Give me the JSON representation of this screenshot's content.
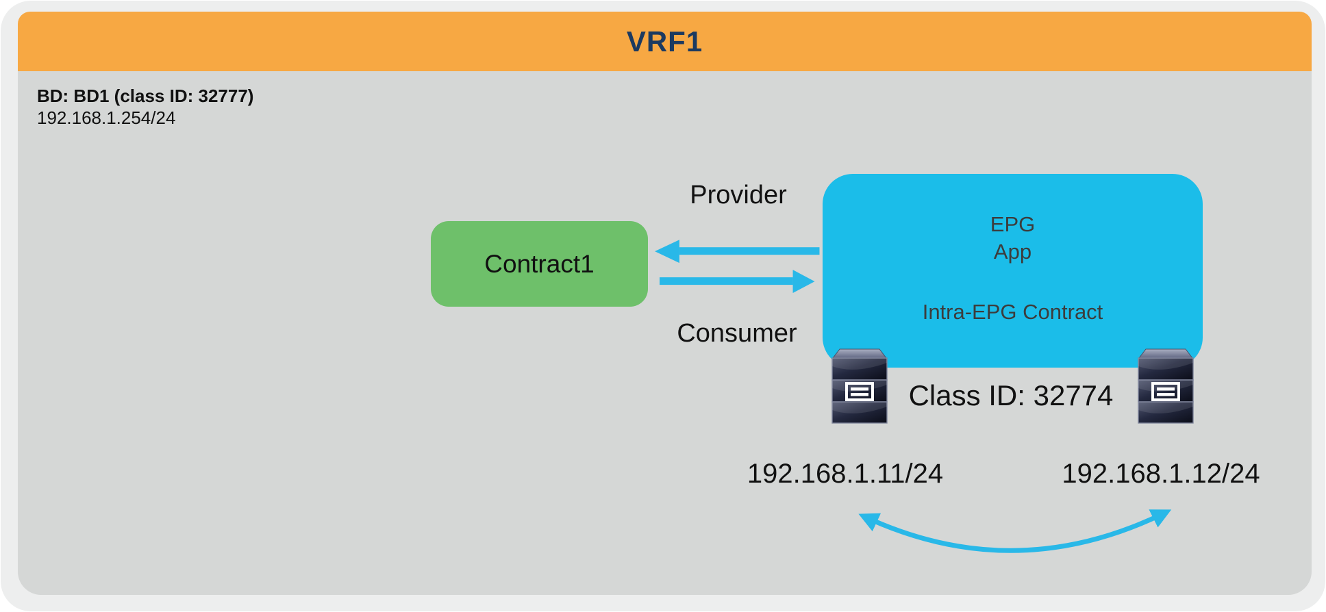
{
  "vrf": {
    "title": "VRF1"
  },
  "bd": {
    "label": "BD: BD1 (class ID: 32777)",
    "subnet": "192.168.1.254/24"
  },
  "contract": {
    "label": "Contract1"
  },
  "relations": {
    "provider_label": "Provider",
    "consumer_label": "Consumer"
  },
  "epg": {
    "name_line1": "EPG",
    "name_line2": "App",
    "contract_note": "Intra-EPG Contract",
    "class_id_label": "Class ID: 32774"
  },
  "endpoints": [
    {
      "ip": "192.168.1.11/24",
      "icon": "server-icon"
    },
    {
      "ip": "192.168.1.12/24",
      "icon": "server-icon"
    }
  ],
  "colors": {
    "frame": "#EDEEEE",
    "vrf_header": "#F7A843",
    "vrf_title_text": "#1C3A60",
    "bd_container": "#D5D7D6",
    "contract_box": "#6EC06A",
    "epg_box": "#1BBDE9",
    "arrow": "#29B8E8",
    "diagram_text": "#111111",
    "epg_text": "#3C3C3C"
  }
}
